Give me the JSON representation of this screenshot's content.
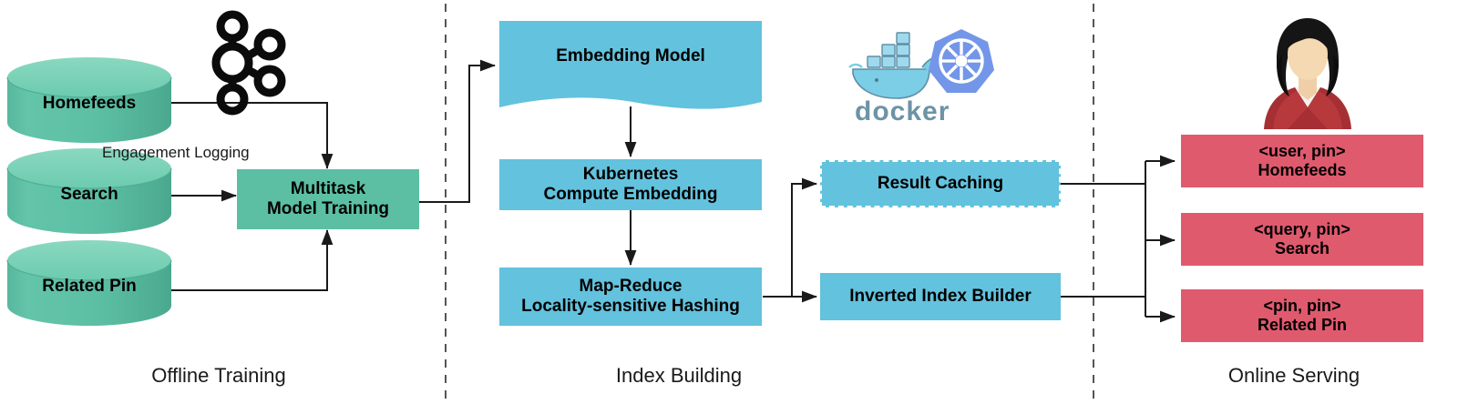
{
  "diagram": {
    "title": "Offline Training / Index Building / Online Serving architecture",
    "colors": {
      "green": "#5cbfa4",
      "green_top": "#7ccfb6",
      "blue": "#63c2dd",
      "red": "#e05a6e",
      "line": "#1a1a1a",
      "divider": "#555555",
      "background": "#ffffff"
    },
    "sections": [
      {
        "id": "offline-training",
        "label": "Offline Training"
      },
      {
        "id": "index-building",
        "label": "Index Building"
      },
      {
        "id": "online-serving",
        "label": "Online Serving"
      }
    ],
    "offline_training": {
      "datastores": [
        {
          "id": "homefeeds",
          "label": "Homefeeds"
        },
        {
          "id": "search",
          "label": "Search"
        },
        {
          "id": "related-pin",
          "label": "Related Pin"
        }
      ],
      "edge_labels": [
        {
          "id": "engagement-logging",
          "label": "Engagement Logging"
        }
      ],
      "process": {
        "id": "multitask-model-training",
        "line1": "Multitask",
        "line2": "Model Training"
      },
      "logo": {
        "id": "kafka-logo",
        "name": "Apache Kafka"
      }
    },
    "index_building": {
      "nodes": [
        {
          "id": "embedding-model",
          "line1": "Embedding Model",
          "line2": "",
          "shape": "document",
          "dashed": false
        },
        {
          "id": "kubernetes-compute-embedding",
          "line1": "Kubernetes",
          "line2": "Compute Embedding",
          "shape": "rect",
          "dashed": false
        },
        {
          "id": "map-reduce-lsh",
          "line1": "Map-Reduce",
          "line2": "Locality-sensitive Hashing",
          "shape": "rect",
          "dashed": false
        },
        {
          "id": "result-caching",
          "line1": "Result Caching",
          "line2": "",
          "shape": "rect",
          "dashed": true
        },
        {
          "id": "inverted-index-builder",
          "line1": "Inverted Index Builder",
          "line2": "",
          "shape": "rect",
          "dashed": false
        }
      ],
      "logos": [
        {
          "id": "docker-logo",
          "name": "Docker",
          "wordmark": "docker"
        },
        {
          "id": "kubernetes-logo",
          "name": "Kubernetes",
          "wordmark": ""
        }
      ]
    },
    "online_serving": {
      "avatar": {
        "id": "user-avatar",
        "name": "user"
      },
      "outputs": [
        {
          "id": "homefeeds-output",
          "line1": "<user, pin>",
          "line2": "Homefeeds"
        },
        {
          "id": "search-output",
          "line1": "<query, pin>",
          "line2": "Search"
        },
        {
          "id": "related-pin-output",
          "line1": "<pin, pin>",
          "line2": "Related Pin"
        }
      ]
    }
  }
}
